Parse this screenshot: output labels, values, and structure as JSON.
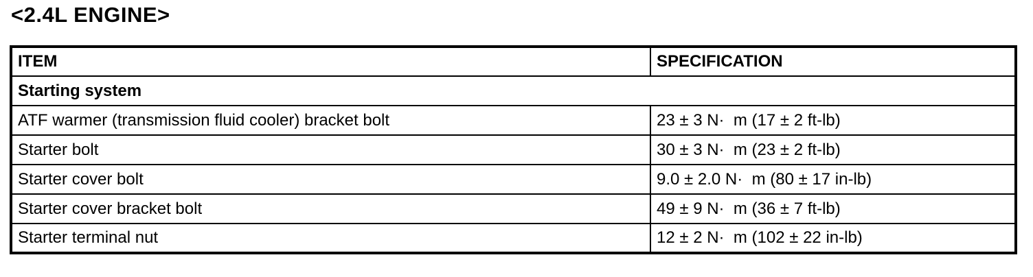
{
  "page": {
    "title": "<2.4L ENGINE>"
  },
  "table": {
    "headers": [
      "ITEM",
      "SPECIFICATION"
    ],
    "section": "Starting system",
    "rows": [
      {
        "item": "ATF warmer (transmission fluid cooler) bracket bolt",
        "spec": "23 ± 3 N·  m (17 ± 2 ft-lb)"
      },
      {
        "item": "Starter bolt",
        "spec": "30 ± 3 N·  m (23 ± 2 ft-lb)"
      },
      {
        "item": "Starter cover bolt",
        "spec": "9.0 ± 2.0 N·  m (80 ± 17 in-lb)"
      },
      {
        "item": "Starter cover bracket bolt",
        "spec": "49 ± 9 N·  m (36 ± 7 ft-lb)"
      },
      {
        "item": "Starter terminal nut",
        "spec": "12 ± 2 N·  m (102 ± 22 in-lb)"
      }
    ]
  }
}
